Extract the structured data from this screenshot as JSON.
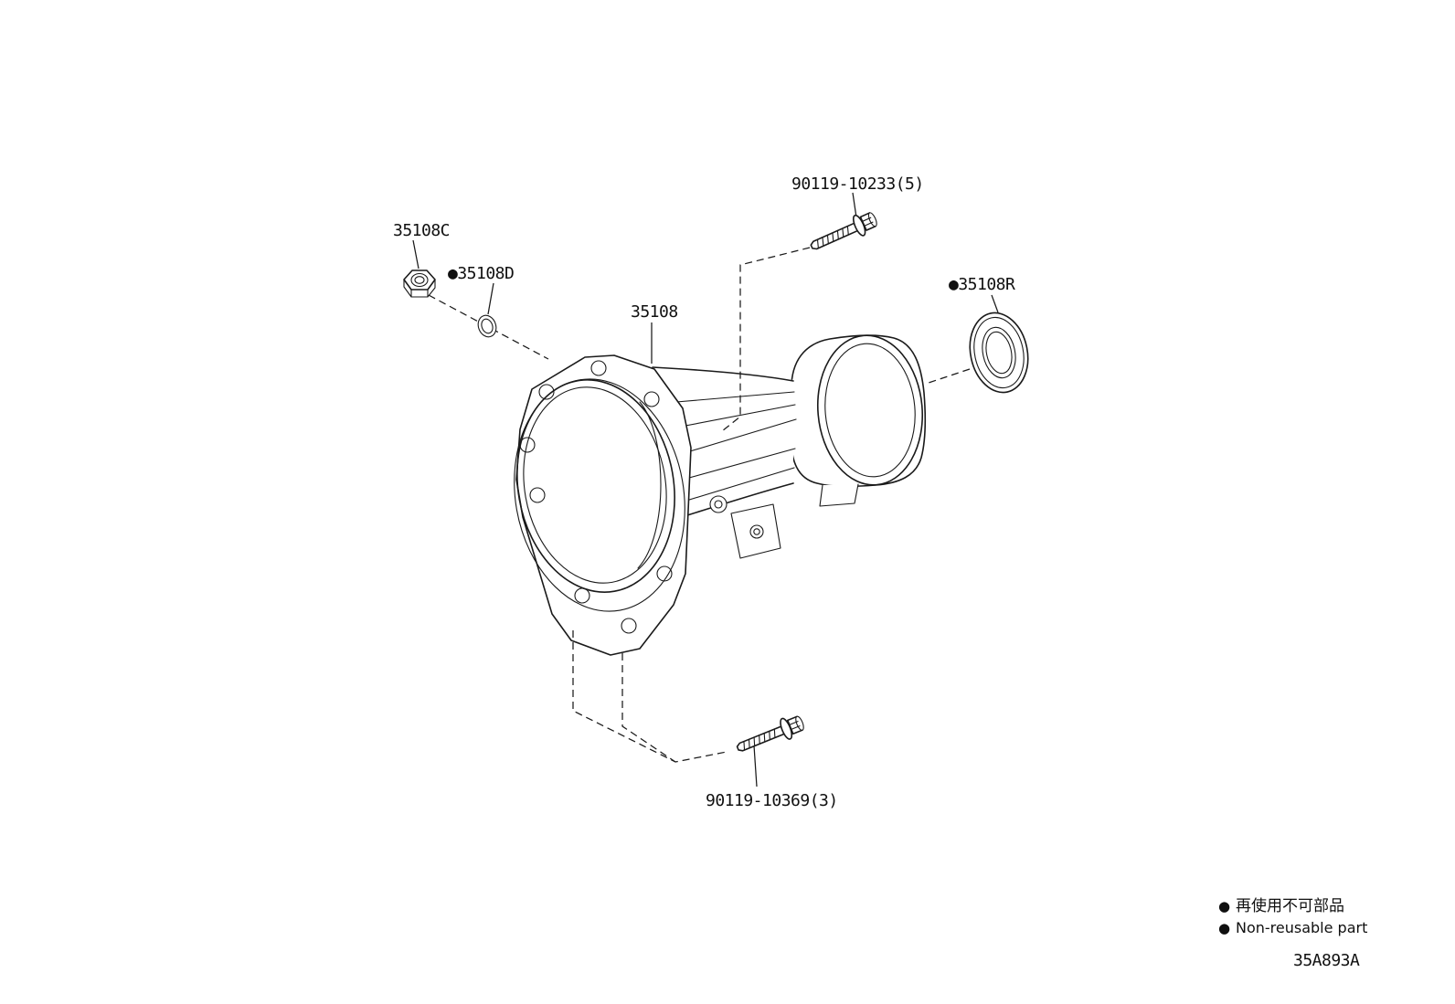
{
  "canvas": {
    "background": "#ffffff",
    "ink": "#1a1a1a"
  },
  "diagram": {
    "code": "35A893A",
    "parts": {
      "bolt_top": {
        "label": "90119-10233(5)"
      },
      "nut": {
        "label": "35108C"
      },
      "washer": {
        "label": "●35108D"
      },
      "housing": {
        "label": "35108"
      },
      "seal": {
        "label": "●35108R"
      },
      "bolt_bottom": {
        "label": "90119-10369(3)"
      }
    },
    "legend": {
      "marker": "●",
      "jp": "再使用不可部品",
      "en": "Non-reusable part"
    }
  }
}
